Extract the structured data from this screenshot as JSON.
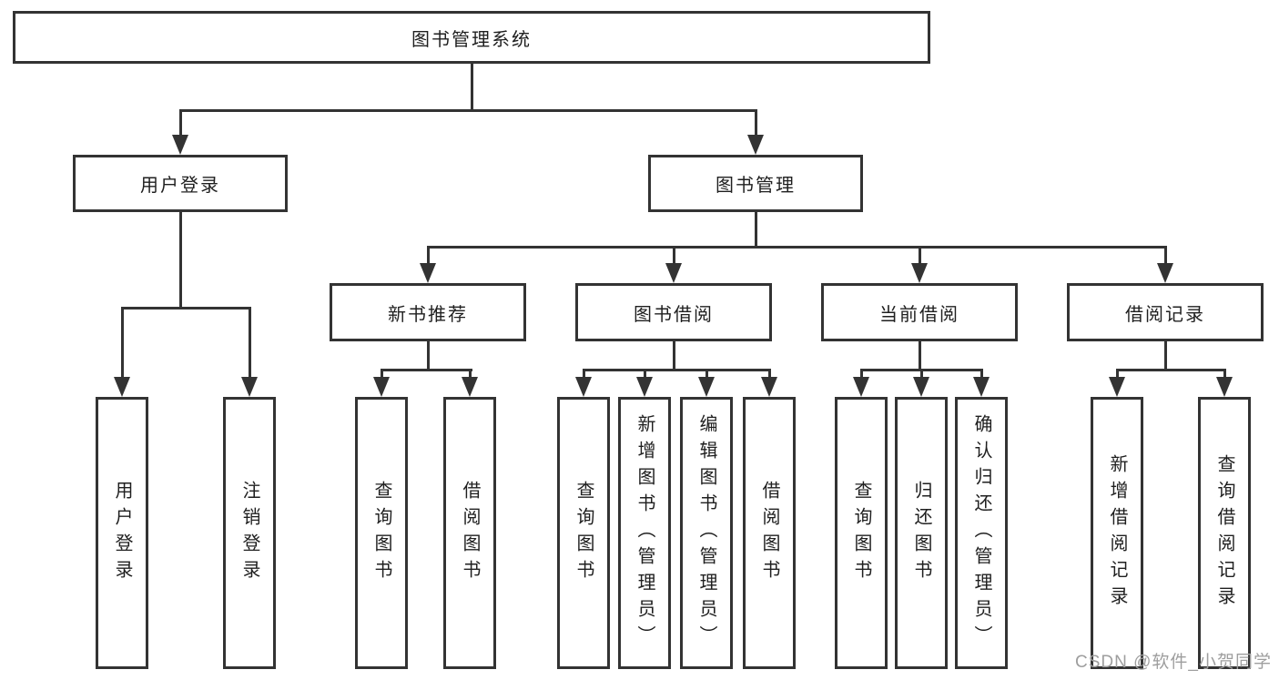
{
  "tree": {
    "root": {
      "label": "图书管理系统"
    },
    "branches": [
      {
        "label": "用户登录",
        "children": [
          {
            "label": "用户登录"
          },
          {
            "label": "注销登录"
          }
        ]
      },
      {
        "label": "图书管理",
        "children": [
          {
            "label": "新书推荐",
            "children": [
              {
                "label": "查询图书"
              },
              {
                "label": "借阅图书"
              }
            ]
          },
          {
            "label": "图书借阅",
            "children": [
              {
                "label": "查询图书"
              },
              {
                "label": "新增图书（管理员）"
              },
              {
                "label": "编辑图书（管理员）"
              },
              {
                "label": "借阅图书"
              }
            ]
          },
          {
            "label": "当前借阅",
            "children": [
              {
                "label": "查询图书"
              },
              {
                "label": "归还图书"
              },
              {
                "label": "确认归还（管理员）"
              }
            ]
          },
          {
            "label": "借阅记录",
            "children": [
              {
                "label": "新增借阅记录"
              },
              {
                "label": "查询借阅记录"
              }
            ]
          }
        ]
      }
    ]
  },
  "watermark": {
    "text": "CSDN @软件_小贺同学"
  },
  "colors": {
    "line": "#333333",
    "background": "#ffffff",
    "text": "#1f1f1f",
    "watermark": "#9e9e9e"
  }
}
